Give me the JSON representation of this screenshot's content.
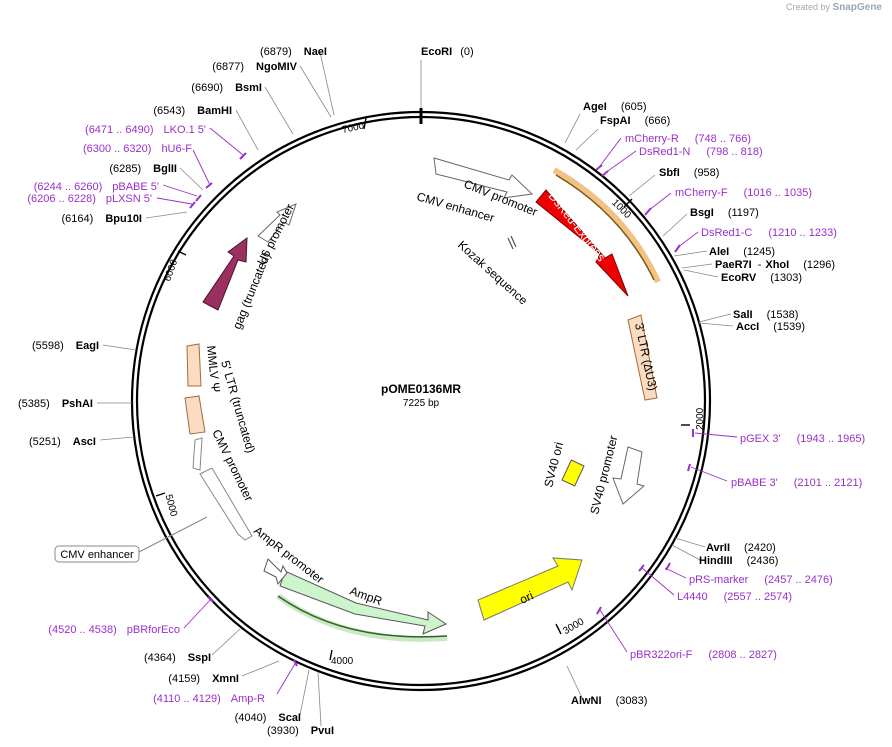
{
  "watermark": {
    "prefix": "Created by",
    "brand": "SnapGene"
  },
  "plasmid": {
    "name": "pOME0136MR",
    "length": "7225 bp"
  },
  "colors": {
    "enzyme": "#000000",
    "primer": "#9a2fc9",
    "circle": "#000000"
  },
  "ticks": [
    "1000",
    "2000",
    "3000",
    "4000",
    "5000",
    "6000",
    "7000"
  ],
  "enzymes": [
    {
      "name": "EcoRI",
      "pos": "(0)"
    },
    {
      "name": "AgeI",
      "pos": "(605)"
    },
    {
      "name": "FspAI",
      "pos": "(666)"
    },
    {
      "name": "SbfI",
      "pos": "(958)"
    },
    {
      "name": "BsgI",
      "pos": "(1197)"
    },
    {
      "name": "AleI",
      "pos": "(1245)"
    },
    {
      "name": "PaeR7I",
      "extra": "XhoI",
      "pos": "(1296)"
    },
    {
      "name": "EcoRV",
      "pos": "(1303)"
    },
    {
      "name": "SalI",
      "pos": "(1538)"
    },
    {
      "name": "AccI",
      "pos": "(1539)"
    },
    {
      "name": "AvrII",
      "pos": "(2420)"
    },
    {
      "name": "HindIII",
      "pos": "(2436)"
    },
    {
      "name": "AlwNI",
      "pos": "(3083)"
    },
    {
      "name": "PvuI",
      "pos": "(3930)"
    },
    {
      "name": "ScaI",
      "pos": "(4040)"
    },
    {
      "name": "XmnI",
      "pos": "(4159)"
    },
    {
      "name": "SspI",
      "pos": "(4364)"
    },
    {
      "name": "AscI",
      "pos": "(5251)"
    },
    {
      "name": "PshAI",
      "pos": "(5385)"
    },
    {
      "name": "EagI",
      "pos": "(5598)"
    },
    {
      "name": "Bpu10I",
      "pos": "(6164)"
    },
    {
      "name": "BglII",
      "pos": "(6285)"
    },
    {
      "name": "BamHI",
      "pos": "(6543)"
    },
    {
      "name": "BsmI",
      "pos": "(6690)"
    },
    {
      "name": "NgoMIV",
      "pos": "(6877)"
    },
    {
      "name": "NaeI",
      "pos": "(6879)"
    }
  ],
  "primers": [
    {
      "name": "mCherry-R",
      "range": "(748 .. 766)"
    },
    {
      "name": "DsRed1-N",
      "range": "(798 .. 818)"
    },
    {
      "name": "mCherry-F",
      "range": "(1016 .. 1035)"
    },
    {
      "name": "DsRed1-C",
      "range": "(1210 .. 1233)"
    },
    {
      "name": "pGEX 3'",
      "range": "(1943 .. 1965)"
    },
    {
      "name": "pBABE 3'",
      "range": "(2101 .. 2121)"
    },
    {
      "name": "pRS-marker",
      "range": "(2457 .. 2476)"
    },
    {
      "name": "L4440",
      "range": "(2557 .. 2574)"
    },
    {
      "name": "pBR322ori-F",
      "range": "(2808 .. 2827)"
    },
    {
      "name": "Amp-R",
      "range": "(4110 .. 4129)"
    },
    {
      "name": "pBRforEco",
      "range": "(4520 .. 4538)"
    },
    {
      "name": "pLXSN 5'",
      "range": "(6206 .. 6228)"
    },
    {
      "name": "pBABE 5'",
      "range": "(6244 .. 6260)"
    },
    {
      "name": "hU6-F",
      "range": "(6300 .. 6320)"
    },
    {
      "name": "LKO.1 5'",
      "range": "(6471 .. 6490)"
    }
  ],
  "features": {
    "cmv_promoter_top": "CMV promoter",
    "cmv_enhancer_top": "CMV enhancer",
    "dsred": "DsRed-Express",
    "kozak": "Kozak sequence",
    "ltr3": "3' LTR (ΔU3)",
    "sv40_ori": "SV40 ori",
    "sv40_promoter": "SV40 promoter",
    "ori": "ori",
    "ampr": "AmpR",
    "ampr_promoter": "AmpR promoter",
    "cmv_enhancer_bottom": "CMV enhancer",
    "cmv_promoter_left": "CMV promoter",
    "ltr5": "5' LTR (truncated)",
    "psi": "MMLV Ψ",
    "gag": "gag (truncated)",
    "u6": "U6 promoter"
  }
}
